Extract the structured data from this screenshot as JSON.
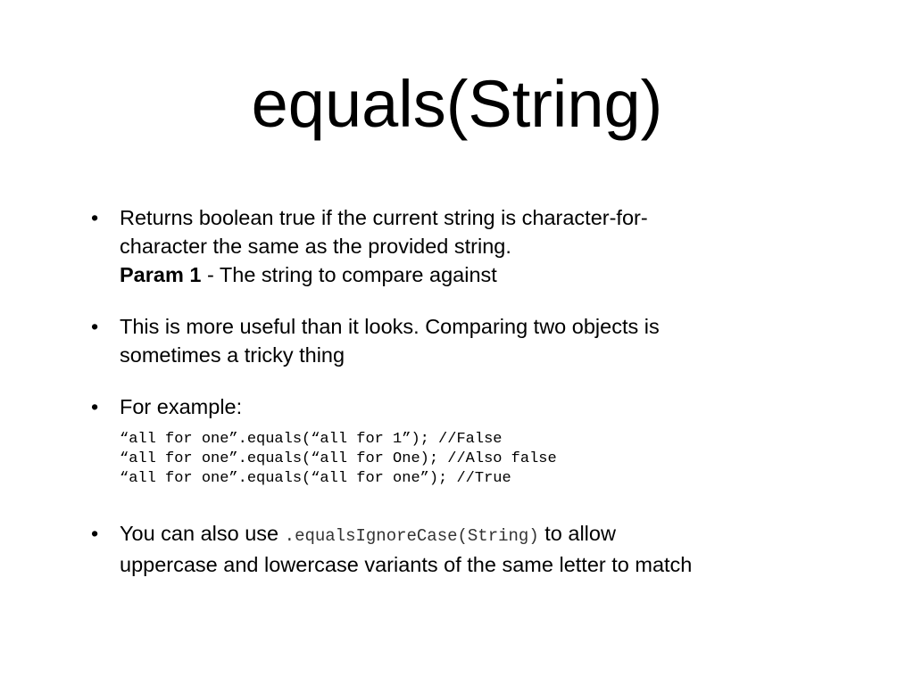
{
  "title": "equals(String)",
  "bullets": {
    "b1": {
      "line1": "Returns boolean true if the current string is character-for-",
      "line2": "character the same as the provided string.",
      "param_label": "Param 1",
      "param_text": " - The string to compare against"
    },
    "b2": {
      "line1": "This is more useful than it looks. Comparing two objects is",
      "line2": "sometimes a tricky thing"
    },
    "b3": {
      "line1": "For example:"
    },
    "b4": {
      "prefix": "You can also use ",
      "code": ".equalsIgnoreCase(String)",
      "suffix": " to allow",
      "line2": "uppercase and lowercase variants of the same letter to match"
    }
  },
  "code_examples": [
    "“all for one”.equals(“all for 1”); //False",
    "“all for one”.equals(“all for One); //Also false",
    "“all for one”.equals(“all for one”); //True"
  ],
  "bullet_glyph": "•"
}
